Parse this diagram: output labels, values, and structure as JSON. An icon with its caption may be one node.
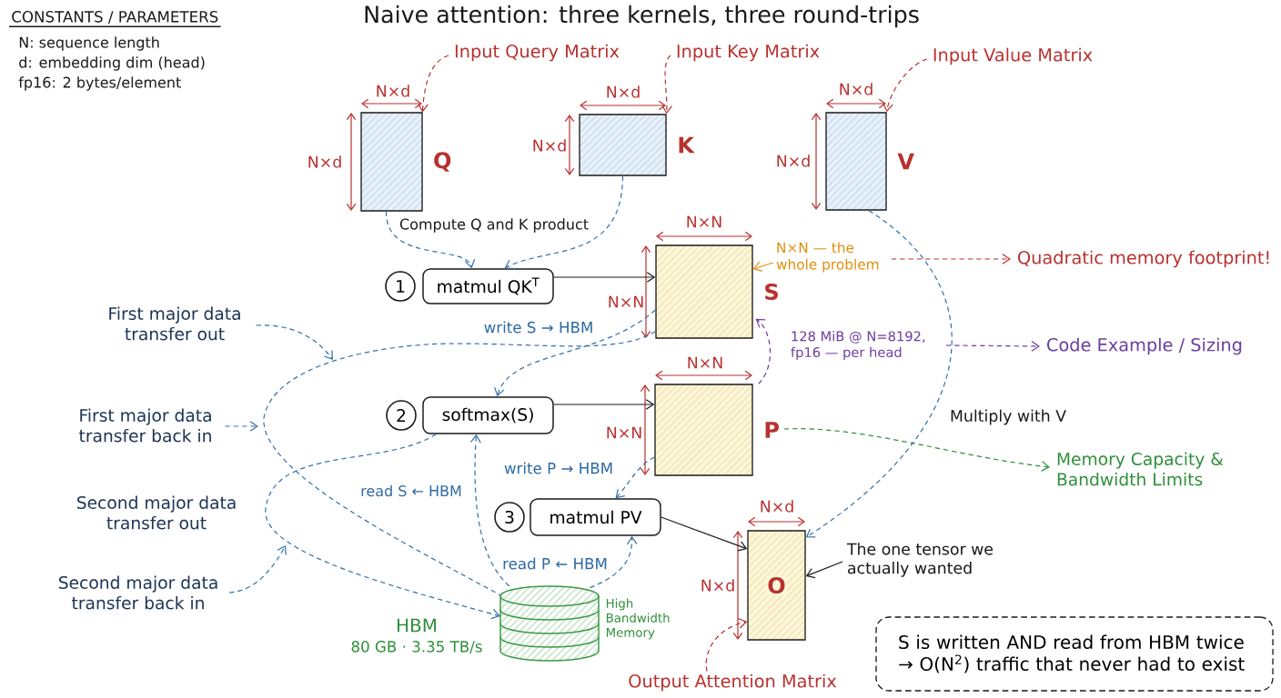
{
  "diagram": {
    "title": "Naive attention: three kernels, three round-trips",
    "nodes": [
      {
        "text": [
          "Input Query Matrix"
        ]
      },
      {
        "text": [
          "Input Key Matrix"
        ]
      },
      {
        "text": [
          "Input Value Matrix"
        ]
      },
      {
        "text": [
          "Q"
        ]
      },
      {
        "text": [
          "K"
        ]
      },
      {
        "text": [
          "V"
        ]
      },
      {
        "text": [
          "S"
        ]
      },
      {
        "text": [
          "N×N — the whole problem"
        ]
      },
      {
        "text": [
          "Quadratic memory footprint!"
        ]
      },
      {
        "text": [
          "1"
        ]
      },
      {
        "text": [
          "matmul QK$^{T}$"
        ]
      },
      {
        "text": [
          "First major data transfer out"
        ]
      },
      {
        "text": [
          "128 MiB @ N=8192, fp16 — per head"
        ]
      },
      {
        "text": [
          "Code Example / Sizing"
        ]
      },
      {
        "text": [
          "First major data transfer back in"
        ]
      },
      {
        "text": [
          "2"
        ]
      },
      {
        "text": [
          "softmax(S)"
        ]
      },
      {
        "text": [
          "P"
        ]
      },
      {
        "text": [
          "Memory Capacity & Bandwidth Limits"
        ]
      },
      {
        "text": [
          "3"
        ]
      },
      {
        "text": [
          "matmul PV"
        ]
      },
      {
        "text": [
          "O"
        ]
      },
      {
        "text": [
          "The one tensor we actually wanted"
        ]
      },
      {
        "text": [],
        "shape": "cylinder",
        "beside": [
          "HBM",
          "80 GB · 3.35 TB/s",
          "High Bandwidth Memory"
        ]
      },
      {
        "text": [
          "Second major data transfer back in"
        ]
      },
      {
        "text": [
          "S is written AND read from HBM twice → O(N$^{2}$) traffic that never had to exist"
        ]
      },
      {
        "text": [
          "Output Attention Matrix"
        ]
      }
    ],
    "edges": [
      {
        "from": 0,
        "to": 3,
        "arrow": "to",
        "style": "dashed",
        "color": "#b8312f"
      },
      {
        "from": 1,
        "to": 4,
        "arrow": "to",
        "style": "dashed",
        "color": "#b8312f"
      },
      {
        "from": 2,
        "to": 5,
        "arrow": "to",
        "style": "dashed",
        "color": "#b8312f"
      },
      {
        "from": 3,
        "to": 10,
        "arrow": "to",
        "style": "dashed",
        "label": "Compute Q and K product"
      },
      {
        "from": 4,
        "to": 10,
        "arrow": "to",
        "style": "dashed"
      },
      {
        "from": 10,
        "to": 6,
        "arrow": "to",
        "color": "#1a1a1a"
      },
      {
        "from": 7,
        "to": 6,
        "arrow": "to",
        "color": "#e08e0b"
      },
      {
        "from": 7,
        "to": 8,
        "arrow": "to",
        "style": "dashed",
        "color": "#b8312f"
      },
      {
        "from": 6,
        "to": 16,
        "arrow": "to",
        "style": "dashed"
      },
      {
        "from": 6,
        "to": 23,
        "arrow": "none",
        "style": "dashed",
        "label": "write S → HBM"
      },
      {
        "from": 11,
        "to": null,
        "arrow": "to",
        "style": "dashed"
      },
      {
        "from": 17,
        "to": 6,
        "arrow": "to",
        "style": "dashed",
        "color": "#6b3fa0"
      },
      {
        "from": 12,
        "to": 13,
        "arrow": "to",
        "style": "dashed",
        "color": "#6b3fa0"
      },
      {
        "from": 16,
        "to": 17,
        "arrow": "to",
        "color": "#1a1a1a"
      },
      {
        "from": 14,
        "to": null,
        "arrow": "to",
        "style": "dashed"
      },
      {
        "from": 16,
        "to": 23,
        "arrow": "to",
        "style": "dashed"
      },
      {
        "from": 23,
        "to": 16,
        "arrow": "to",
        "style": "dashed",
        "label": "read S ← HBM"
      },
      {
        "from": 17,
        "to": 20,
        "arrow": "to",
        "style": "dashed",
        "label": "write P → HBM"
      },
      {
        "from": 17,
        "to": 18,
        "arrow": "to",
        "style": "dashed",
        "color": "#2f8f3a"
      },
      {
        "from": 5,
        "to": 21,
        "arrow": "to",
        "style": "dashed",
        "label": "Multiply with V"
      },
      {
        "from": 20,
        "to": 21,
        "arrow": "to",
        "color": "#1a1a1a"
      },
      {
        "from": 23,
        "to": 20,
        "arrow": "to",
        "style": "dashed",
        "label": "read P ← HBM"
      },
      {
        "from": 22,
        "to": 21,
        "arrow": "to",
        "color": "#1a1a1a"
      },
      {
        "from": 24,
        "to": null,
        "arrow": "to",
        "style": "dashed"
      },
      {
        "from": 26,
        "to": 21,
        "arrow": "to",
        "style": "dashed",
        "color": "#b8312f"
      }
    ],
    "labels": [
      "CONSTANTS / PARAMETERS",
      "N: sequence length",
      "d: embedding dim (head)",
      "fp16: 2 bytes/element",
      "N×d",
      "N×d",
      "N×d",
      "N×d",
      "N×d",
      "N×d",
      "N×N",
      "N×N",
      "N×N",
      "N×N",
      "Second major data transfer out",
      "N×d",
      "N×d"
    ]
  }
}
